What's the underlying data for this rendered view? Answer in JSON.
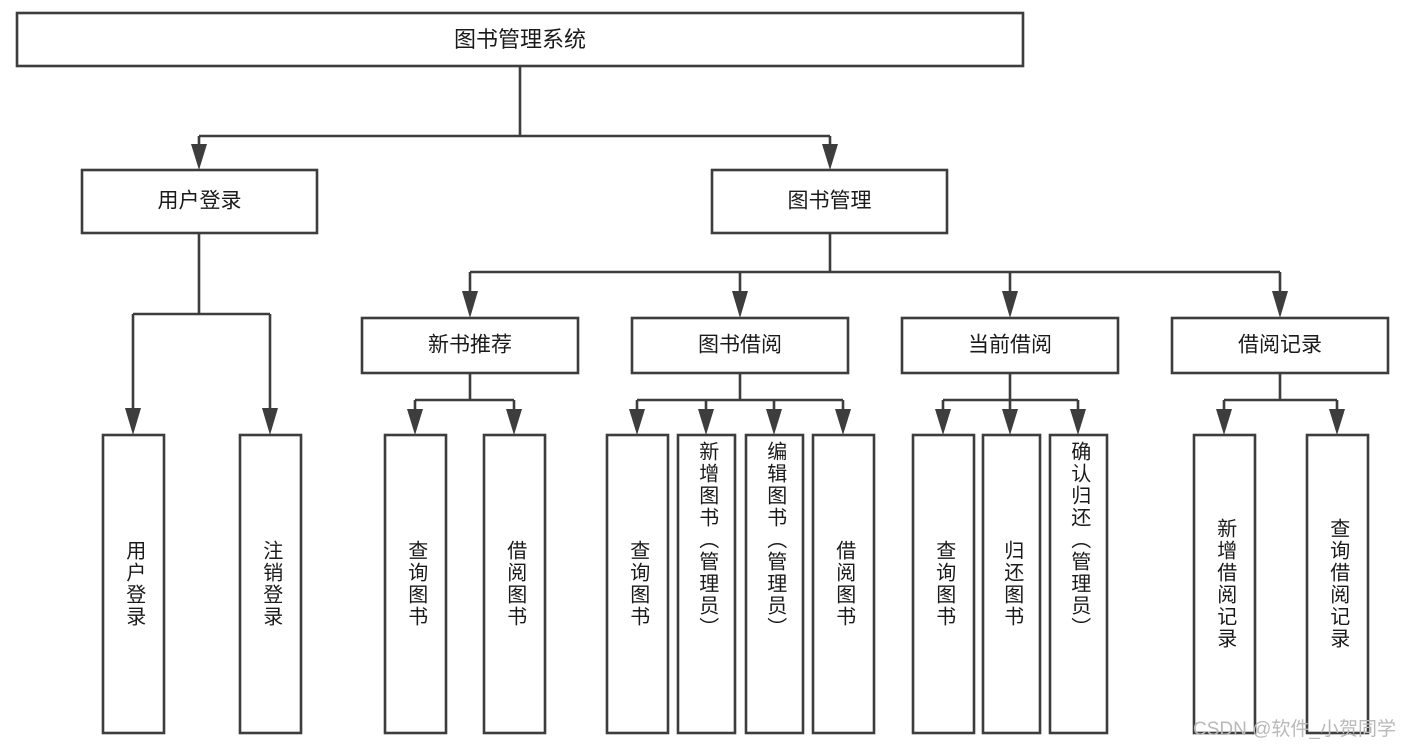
{
  "diagram": {
    "title": "图书管理系统",
    "type": "tree",
    "root": {
      "id": "root",
      "label": "图书管理系统",
      "orientation": "horizontal"
    },
    "level2": [
      {
        "id": "user-login",
        "label": "用户登录",
        "orientation": "horizontal"
      },
      {
        "id": "book-management",
        "label": "图书管理",
        "orientation": "horizontal"
      }
    ],
    "level3": [
      {
        "id": "new-book-recommend",
        "label": "新书推荐",
        "parent": "book-management",
        "orientation": "horizontal"
      },
      {
        "id": "book-borrow",
        "label": "图书借阅",
        "parent": "book-management",
        "orientation": "horizontal"
      },
      {
        "id": "current-borrow",
        "label": "当前借阅",
        "parent": "book-management",
        "orientation": "horizontal"
      },
      {
        "id": "borrow-record",
        "label": "借阅记录",
        "parent": "book-management",
        "orientation": "horizontal"
      }
    ],
    "leaves": [
      {
        "id": "leaf-user-login",
        "label": "用户登录",
        "parent": "user-login",
        "orientation": "vertical"
      },
      {
        "id": "leaf-user-logout",
        "label": "注销登录",
        "parent": "user-login",
        "orientation": "vertical"
      },
      {
        "id": "leaf-query-book-1",
        "label": "查询图书",
        "parent": "new-book-recommend",
        "orientation": "vertical"
      },
      {
        "id": "leaf-borrow-book-1",
        "label": "借阅图书",
        "parent": "new-book-recommend",
        "orientation": "vertical"
      },
      {
        "id": "leaf-query-book-2",
        "label": "查询图书",
        "parent": "book-borrow",
        "orientation": "vertical"
      },
      {
        "id": "leaf-add-book",
        "label": "新增图书（管理员）",
        "parent": "book-borrow",
        "orientation": "vertical"
      },
      {
        "id": "leaf-edit-book",
        "label": "编辑图书（管理员）",
        "parent": "book-borrow",
        "orientation": "vertical"
      },
      {
        "id": "leaf-borrow-book-2",
        "label": "借阅图书",
        "parent": "book-borrow",
        "orientation": "vertical"
      },
      {
        "id": "leaf-query-book-3",
        "label": "查询图书",
        "parent": "current-borrow",
        "orientation": "vertical"
      },
      {
        "id": "leaf-return-book",
        "label": "归还图书",
        "parent": "current-borrow",
        "orientation": "vertical"
      },
      {
        "id": "leaf-confirm-return",
        "label": "确认归还（管理员）",
        "parent": "current-borrow",
        "orientation": "vertical"
      },
      {
        "id": "leaf-add-record",
        "label": "新增借阅记录",
        "parent": "borrow-record",
        "orientation": "vertical"
      },
      {
        "id": "leaf-query-record",
        "label": "查询借阅记录",
        "parent": "borrow-record",
        "orientation": "vertical"
      }
    ],
    "colors": {
      "stroke": "#3d3d3d",
      "fill": "#ffffff",
      "text": "#1a1a1a",
      "watermark": "#b9b9b9",
      "background": "#ffffff"
    }
  },
  "watermark": {
    "text": "CSDN @软件_小贺同学"
  }
}
